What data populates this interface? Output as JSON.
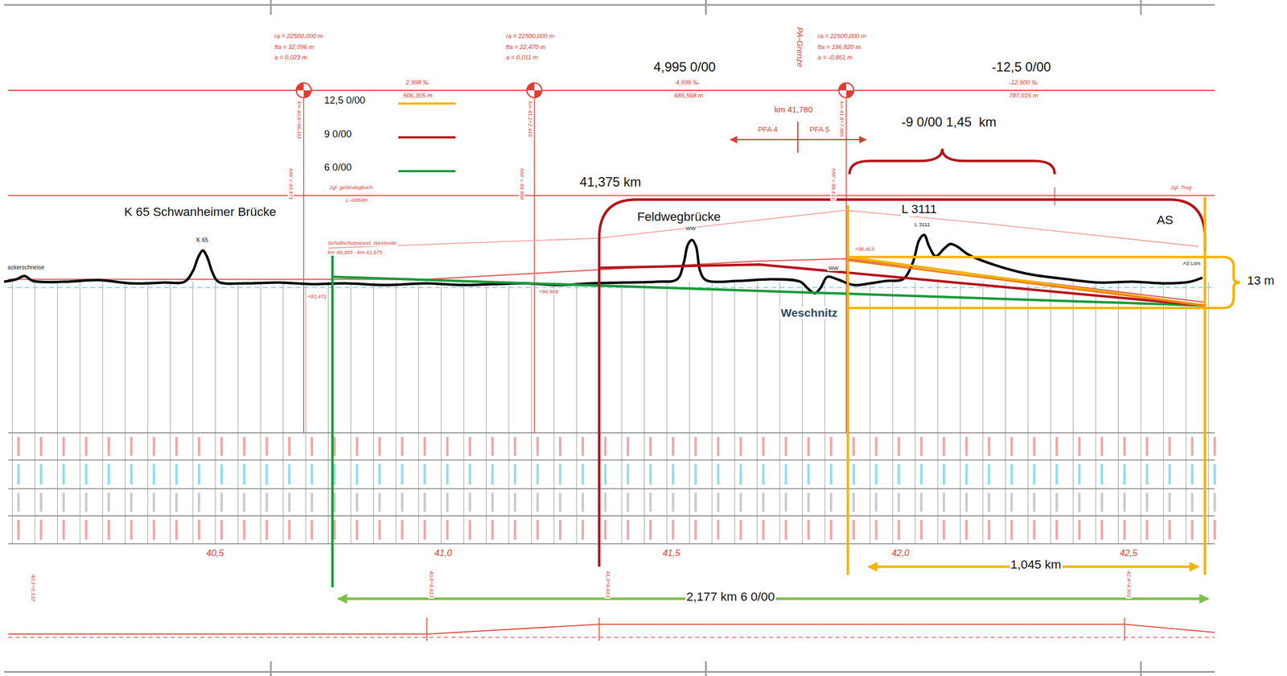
{
  "diagram": {
    "labels": [
      "ra = 22500,000 m",
      "fta = 32,096 m",
      "a = 0,023 m",
      "ra = 22500,000 m",
      "fta = 22,470 m",
      "a = 0,011 m",
      "ra = 22500,000 m",
      "fta = 196,820 m",
      "a = -0,861 m",
      "2,998 ‰",
      "506,305 m",
      "4,995 0/00",
      "4,995 ‰",
      "685,568 m",
      "-12,5 0/00",
      "-12,500 ‰",
      "787,015 m",
      "PA-Grenze",
      "km 41,780",
      "PFA 4",
      "PFA 5",
      "-9 0/00 1,45  km",
      "41,375 km",
      "K 65 Schwanheimer Brücke",
      "Feldwegbrücke",
      "L 3111",
      "AS",
      "Weschnitz",
      "13 m",
      "1,045 km",
      "2,177 km 6 0/00",
      "40,5",
      "41,0",
      "41,5",
      "42,0",
      "42,5",
      "2gl. geländegleich",
      "L=6860m",
      "2gl. Trog",
      "Schallschutzwand, Westseite",
      "km 40,385 - km 42,675",
      "ackerschneise",
      "K 65",
      "WW",
      "WW",
      "L 3111",
      "AS Lors",
      "+93,471",
      "+94,989",
      "+98,413",
      "km 40,6+96,111",
      "NW = 93,471",
      "km 41,2+2,416",
      "NW = 94,988",
      "km 41,8+7,985",
      "NW = 98,413",
      "40,1+0,132",
      "40,8+6,613",
      "41,3+6,613",
      "42,4+4,501"
    ],
    "legend": [
      {
        "text": "12,5 0/00",
        "color": "#f5b400"
      },
      {
        "text": "9 0/00",
        "color": "#b5121b"
      },
      {
        "text": "6 0/00",
        "color": "#1a9b3c"
      }
    ]
  }
}
